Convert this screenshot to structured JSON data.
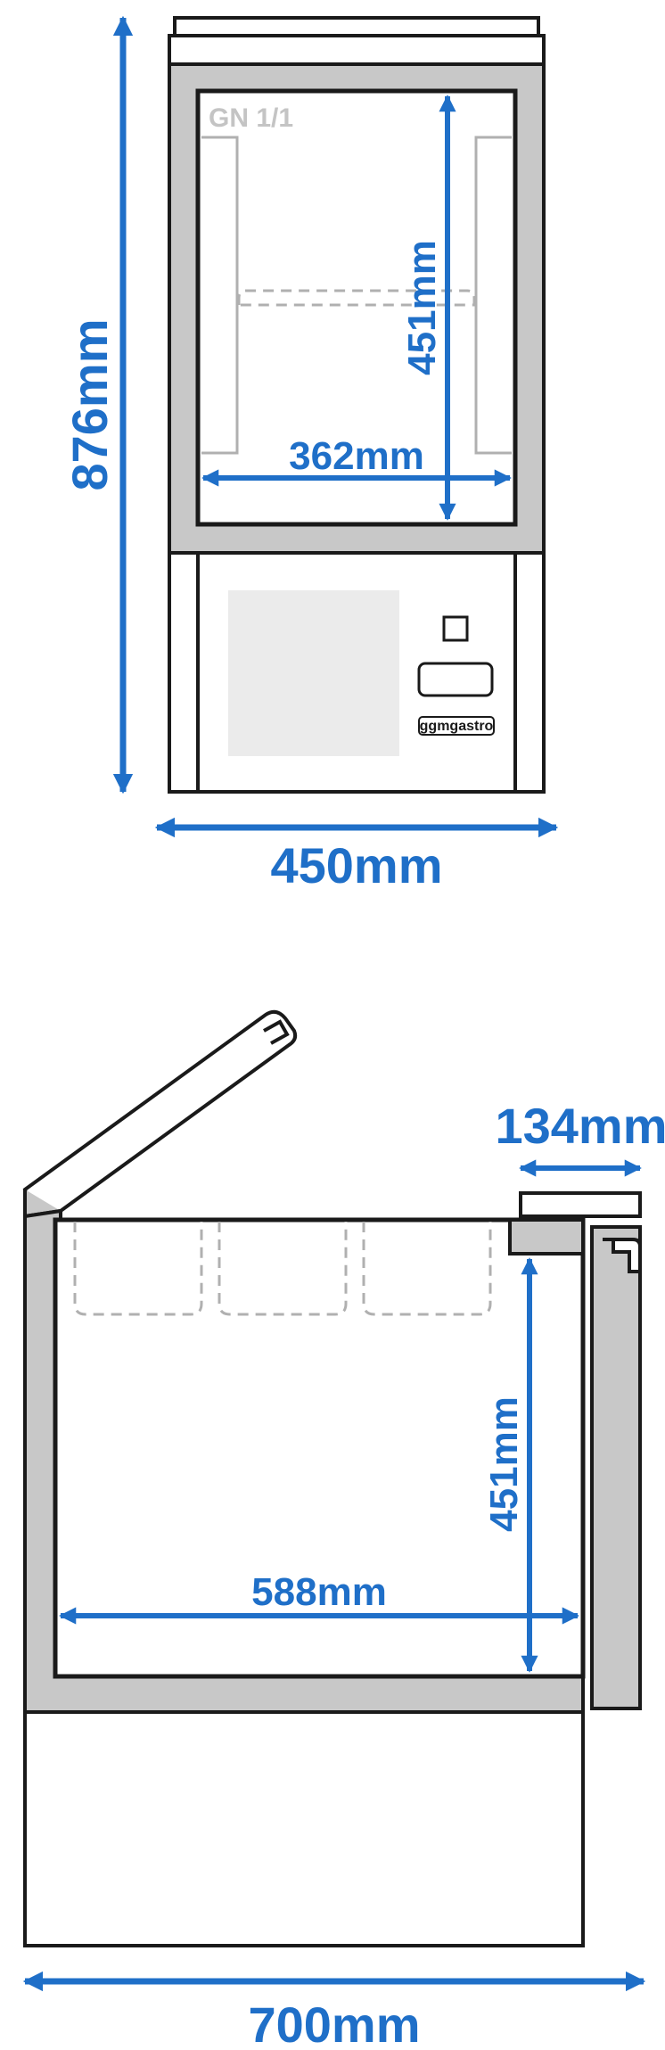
{
  "front_view": {
    "gn_label": "GN 1/1",
    "brand_label": "ggmgastro",
    "height_label": "876mm",
    "width_label": "450mm",
    "inner_width_label": "362mm",
    "inner_depth_label": "451mm"
  },
  "side_view": {
    "top_depth_label": "134mm",
    "inner_length_label": "588mm",
    "inner_depth_label": "451mm",
    "length_label": "700mm"
  },
  "colors": {
    "dimension": "#1f6fc8",
    "outline": "#1a1a1a",
    "panel": "#c8c8c8",
    "pan": "#b0b0b0",
    "screen": "#ebebeb"
  }
}
